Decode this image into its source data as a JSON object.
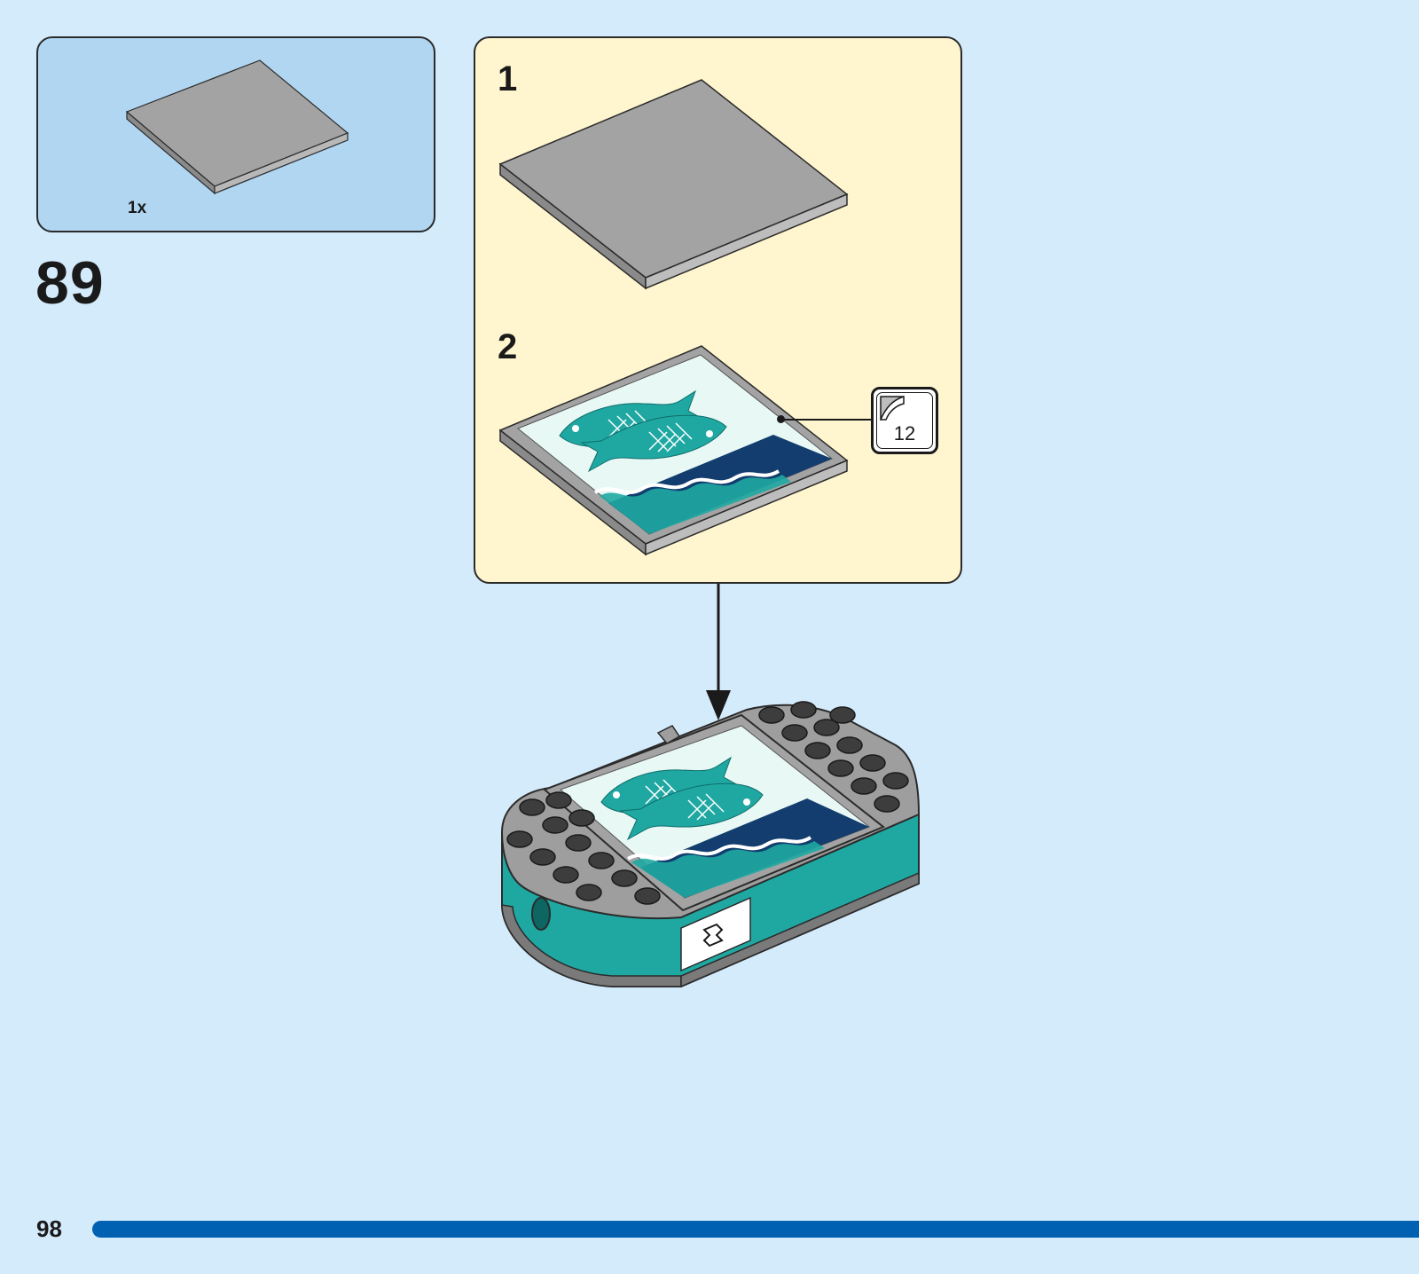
{
  "parts_list": {
    "quantity": "1x",
    "part_name": "gray-tile-4x4-icon"
  },
  "step": {
    "number": "89"
  },
  "sub_assembly": {
    "steps": [
      {
        "number": "1",
        "part": "gray-tile-4x4-icon"
      },
      {
        "number": "2",
        "part": "printed-fish-tile-icon"
      }
    ],
    "sticker": {
      "number": "12",
      "icon": "sticker-peel-icon"
    }
  },
  "model": {
    "name": "teal-base-with-fish-tile-icon"
  },
  "footer": {
    "page_number": "98"
  },
  "colors": {
    "background": "#d4ebfb",
    "parts_box": "#b1d6f2",
    "sub_box": "#fff5cf",
    "tile_gray": "#9e9e9e",
    "teal": "#1fa8a2",
    "navy": "#123d6e",
    "page_bar": "#0061b3"
  }
}
